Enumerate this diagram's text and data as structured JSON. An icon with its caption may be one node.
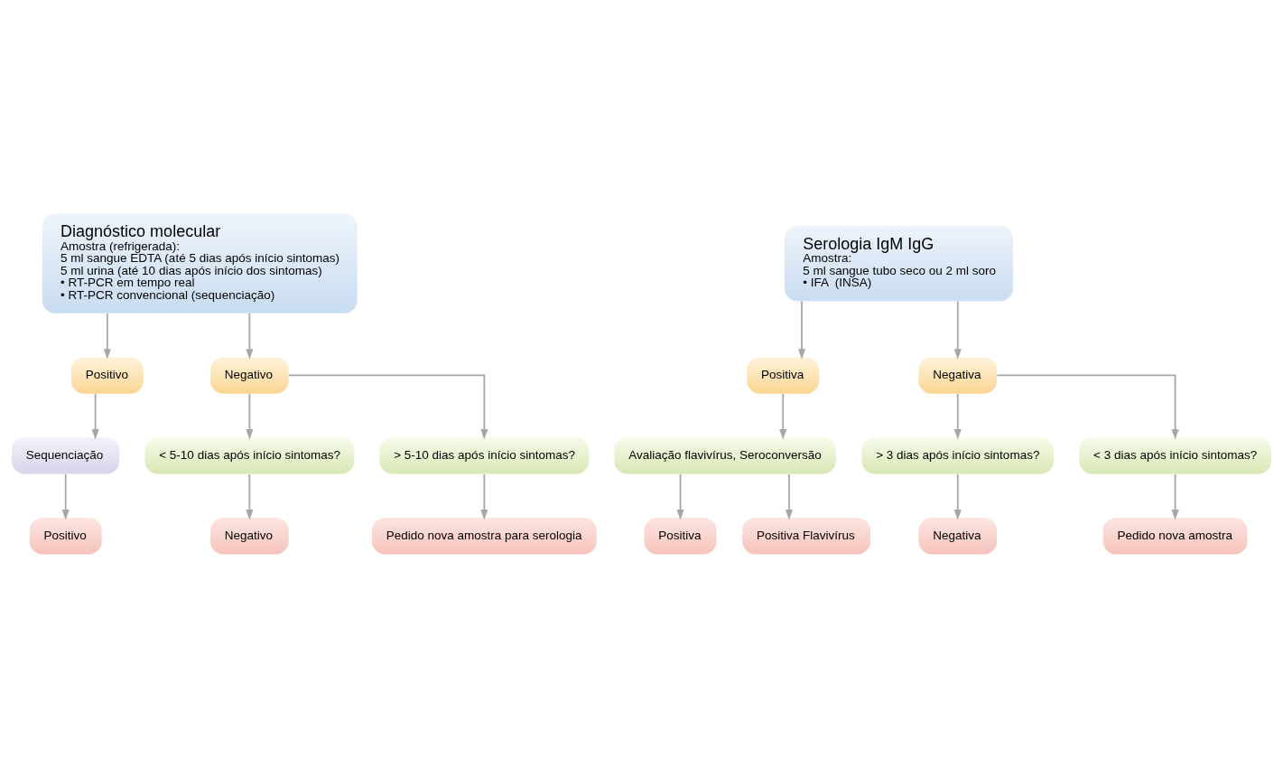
{
  "diagram": {
    "nodes": [
      {
        "text": [
          "Diagnóstico molecular",
          "Amostra (refrigerada):",
          "5 ml sangue EDTA (até 5 dias após início sintomas)",
          "5 ml urina (até 10 dias após início dos sintomas)",
          "• RT-PCR em tempo real",
          "• RT-PCR convencional (sequenciação)"
        ]
      },
      {
        "text": [
          "Serologia IgM IgG",
          "Amostra:",
          "5 ml sangue tubo seco ou 2 ml soro",
          "• IFA  (INSA)"
        ]
      },
      {
        "text": [
          "Positivo"
        ]
      },
      {
        "text": [
          "Negativo"
        ]
      },
      {
        "text": [
          "Positiva"
        ]
      },
      {
        "text": [
          "Negativa"
        ]
      },
      {
        "text": [
          "< 5-10 dias após início sintomas?"
        ]
      },
      {
        "text": [
          "> 5-10 dias após início sintomas?"
        ]
      },
      {
        "text": [
          "Avaliação flavivírus, Seroconversão"
        ]
      },
      {
        "text": [
          "> 3 dias após início sintomas?"
        ]
      },
      {
        "text": [
          "< 3 dias após início sintomas?"
        ]
      },
      {
        "text": [
          "Sequenciação"
        ]
      },
      {
        "text": [
          "Positivo"
        ]
      },
      {
        "text": [
          "Negativo"
        ]
      },
      {
        "text": [
          "Pedido nova amostra para serologia"
        ]
      },
      {
        "text": [
          "Positiva"
        ]
      },
      {
        "text": [
          "Positiva Flavivírus"
        ]
      },
      {
        "text": [
          "Negativa"
        ]
      },
      {
        "text": [
          "Pedido nova amostra"
        ]
      }
    ],
    "edges": [
      {
        "from": 0,
        "to": 2,
        "arrow": "to"
      },
      {
        "from": 0,
        "to": 3,
        "arrow": "to"
      },
      {
        "from": 1,
        "to": 4,
        "arrow": "to"
      },
      {
        "from": 1,
        "to": 5,
        "arrow": "to"
      },
      {
        "from": 2,
        "to": 11,
        "arrow": "to"
      },
      {
        "from": 3,
        "to": 6,
        "arrow": "to"
      },
      {
        "from": 3,
        "to": 7,
        "arrow": "to"
      },
      {
        "from": 4,
        "to": 8,
        "arrow": "to"
      },
      {
        "from": 5,
        "to": 9,
        "arrow": "to"
      },
      {
        "from": 5,
        "to": 10,
        "arrow": "to"
      },
      {
        "from": 11,
        "to": 12,
        "arrow": "to"
      },
      {
        "from": 6,
        "to": 13,
        "arrow": "to"
      },
      {
        "from": 7,
        "to": 14,
        "arrow": "to"
      },
      {
        "from": 8,
        "to": 15,
        "arrow": "to"
      },
      {
        "from": 8,
        "to": 16,
        "arrow": "to"
      },
      {
        "from": 9,
        "to": 17,
        "arrow": "to"
      },
      {
        "from": 10,
        "to": 18,
        "arrow": "to"
      }
    ]
  }
}
